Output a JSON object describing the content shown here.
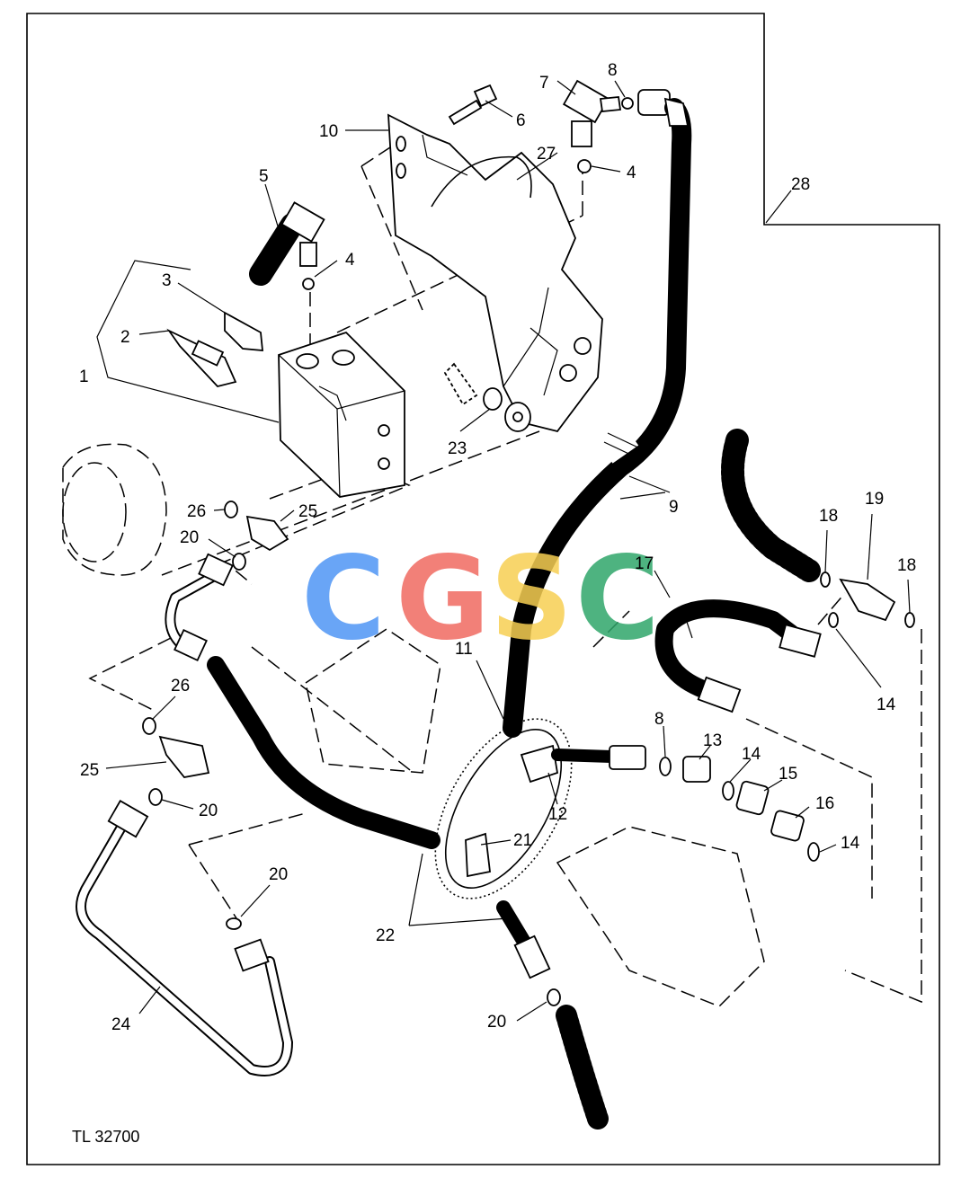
{
  "figure": {
    "id_label": "TL 32700",
    "callouts": [
      {
        "key": "c1",
        "text": "1"
      },
      {
        "key": "c2",
        "text": "2"
      },
      {
        "key": "c3",
        "text": "3"
      },
      {
        "key": "c4a",
        "text": "4"
      },
      {
        "key": "c4b",
        "text": "4"
      },
      {
        "key": "c5",
        "text": "5"
      },
      {
        "key": "c6",
        "text": "6"
      },
      {
        "key": "c7",
        "text": "7"
      },
      {
        "key": "c8a",
        "text": "8"
      },
      {
        "key": "c8b",
        "text": "8"
      },
      {
        "key": "c9",
        "text": "9"
      },
      {
        "key": "c10",
        "text": "10"
      },
      {
        "key": "c11",
        "text": "11"
      },
      {
        "key": "c12",
        "text": "12"
      },
      {
        "key": "c13",
        "text": "13"
      },
      {
        "key": "c14a",
        "text": "14"
      },
      {
        "key": "c14b",
        "text": "14"
      },
      {
        "key": "c14c",
        "text": "14"
      },
      {
        "key": "c15",
        "text": "15"
      },
      {
        "key": "c16",
        "text": "16"
      },
      {
        "key": "c17",
        "text": "17"
      },
      {
        "key": "c18a",
        "text": "18"
      },
      {
        "key": "c18b",
        "text": "18"
      },
      {
        "key": "c19",
        "text": "19"
      },
      {
        "key": "c20a",
        "text": "20"
      },
      {
        "key": "c20b",
        "text": "20"
      },
      {
        "key": "c20c",
        "text": "20"
      },
      {
        "key": "c20d",
        "text": "20"
      },
      {
        "key": "c21",
        "text": "21"
      },
      {
        "key": "c22",
        "text": "22"
      },
      {
        "key": "c23",
        "text": "23"
      },
      {
        "key": "c24",
        "text": "24"
      },
      {
        "key": "c25a",
        "text": "25"
      },
      {
        "key": "c25b",
        "text": "25"
      },
      {
        "key": "c26a",
        "text": "26"
      },
      {
        "key": "c26b",
        "text": "26"
      },
      {
        "key": "c27",
        "text": "27"
      },
      {
        "key": "c28",
        "text": "28"
      }
    ]
  },
  "watermark": {
    "letters": [
      "C",
      "G",
      "S",
      "C"
    ],
    "colors": [
      "#4f95f5",
      "#f06a60",
      "#f7cf52",
      "#2fa66a"
    ]
  }
}
